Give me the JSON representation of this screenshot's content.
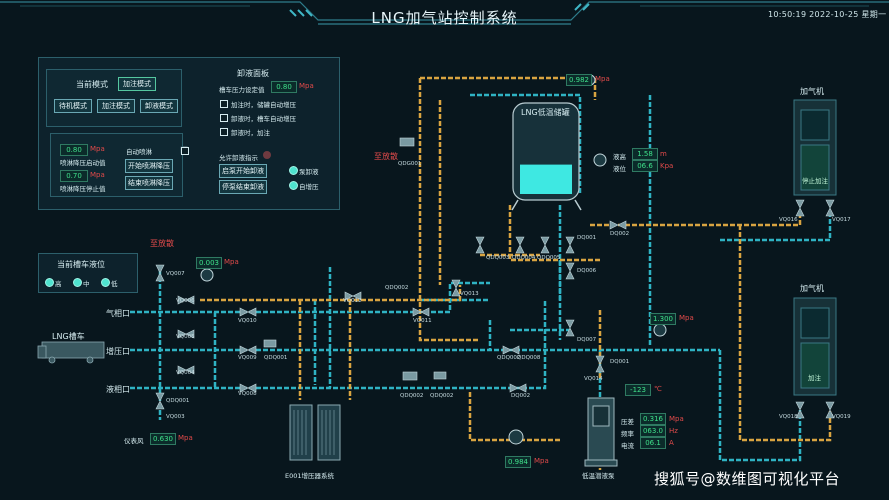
{
  "header": {
    "title": "LNG加气站控制系统",
    "datetime": "10:50:19  2022-10-25  星期一"
  },
  "mode_panel": {
    "current_mode_label": "当前模式",
    "current_mode_value": "加注模式",
    "buttons": [
      "待机模式",
      "加注模式",
      "卸液模式"
    ]
  },
  "spray_panel": {
    "value_start": "0.80",
    "unit_start": "Mpa",
    "label_start": "喷淋降压启动值",
    "value_stop": "0.70",
    "unit_stop": "Mpa",
    "label_stop": "喷淋降压停止值",
    "auto_spray_label": "自动喷淋",
    "btn_start": "开始喷淋降压",
    "btn_stop": "结束喷淋降压"
  },
  "unload_panel": {
    "title": "卸液面板",
    "setpoint_label": "槽车压力设定值",
    "setpoint_value": "0.80",
    "setpoint_unit": "Mpa",
    "options": [
      "加注时，储罐自动增压",
      "卸液时，槽车自动增压",
      "卸液时，加注"
    ],
    "allow_label": "允许卸液指示",
    "btn_pump_start": "启泵开始卸液",
    "btn_pump_stop": "停泵结束卸液",
    "radio_pump": "泵卸液",
    "radio_self": "自增压"
  },
  "level_panel": {
    "title": "当前槽车液位",
    "levels": [
      "高",
      "中",
      "低"
    ]
  },
  "tank": {
    "title": "LNG低温储罐",
    "pressure_value": "0.982",
    "pressure_unit": "Mpa",
    "level_label": "液高",
    "level_value": "1.58",
    "level_unit": "m",
    "position_label": "液位",
    "position_value": "06.6",
    "position_unit": "Kpa",
    "fill_fraction": 0.35
  },
  "dispensers": [
    {
      "title": "加气机",
      "status": "停止加注",
      "valves": [
        "VQ016",
        "VQ017"
      ]
    },
    {
      "title": "加气机",
      "status": "加注",
      "valves": [
        "VQ018",
        "VQ019"
      ]
    }
  ],
  "pump": {
    "title": "低温潜液泵",
    "temp_value": "-123",
    "temp_unit": "℃",
    "rows": [
      {
        "label": "压差",
        "value": "0.316",
        "unit": "Mpa"
      },
      {
        "label": "频率",
        "value": "063.0",
        "unit": "Hz"
      },
      {
        "label": "电流",
        "value": "06.1",
        "unit": "A"
      }
    ]
  },
  "gauges": {
    "vq007": {
      "value": "0.003",
      "unit": "Mpa"
    },
    "right": {
      "value": "1.300",
      "unit": "Mpa"
    },
    "bottom": {
      "value": "0.984",
      "unit": "Mpa"
    },
    "instrument_air": {
      "label": "仪表风",
      "value": "0.630",
      "unit": "Mpa"
    }
  },
  "ports": {
    "gas": "气相口",
    "boost": "增压口",
    "liquid": "液相口",
    "truck": "LNG槽车"
  },
  "vaporizer": {
    "title": "E001增压器系统"
  },
  "vents": {
    "top": "至放散",
    "left": "至放散"
  },
  "valve_tags": [
    "QDG001",
    "VQ007",
    "VQ006",
    "VQ005",
    "VQ004",
    "VQ003",
    "QDQ001",
    "VQ010",
    "VQ009",
    "VQ008",
    "QDQ001",
    "VQ012",
    "QDQ002",
    "VQ011",
    "VQ013",
    "QDQ003",
    "QDQ004",
    "QDQ005",
    "DQ001",
    "DQ002",
    "DQ006",
    "DQ007",
    "QDQ002",
    "QDQ008",
    "VQ014",
    "QDQ002",
    "QDQ002",
    "DQ001",
    "DQ002"
  ],
  "watermark": "搜狐号@数维图可视化平台"
}
